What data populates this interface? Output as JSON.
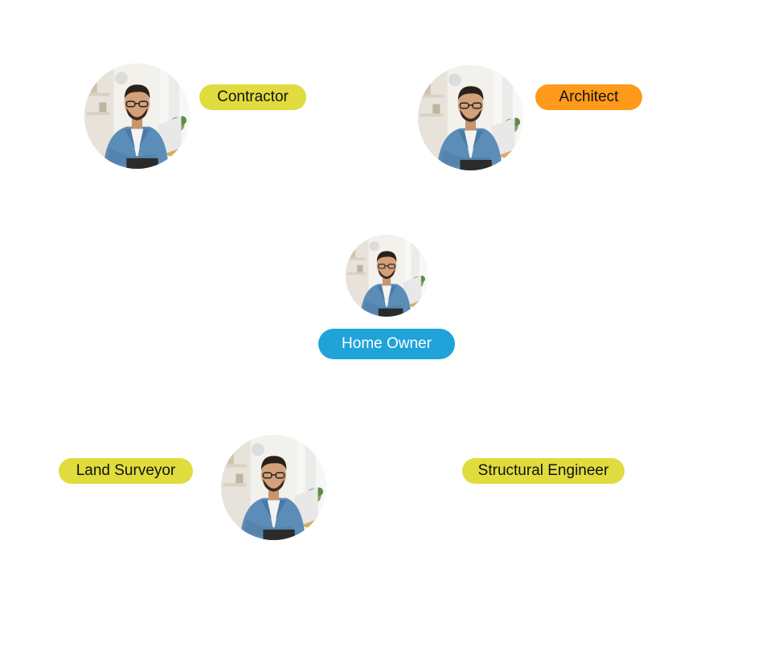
{
  "nodes": {
    "contractor": {
      "label": "Contractor",
      "color": "#e0dc3e"
    },
    "architect": {
      "label": "Architect",
      "color": "#ff9a1a"
    },
    "home_owner": {
      "label": "Home Owner",
      "color": "#1fa3d9"
    },
    "land_surveyor": {
      "label": "Land Surveyor",
      "color": "#e0dc3e"
    },
    "structural_engineer": {
      "label": "Structural Engineer",
      "color": "#e0dc3e"
    }
  },
  "avatar_icon": "person-at-laptop-photo"
}
